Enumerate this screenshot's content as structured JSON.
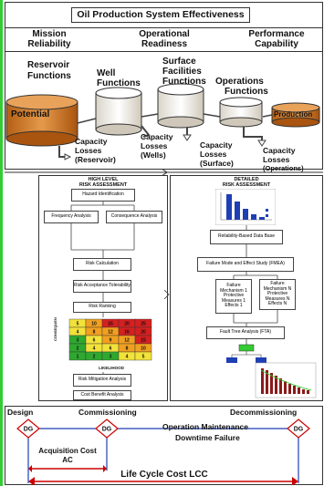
{
  "top": {
    "title": "Oil Production System Effectiveness",
    "categories": [
      {
        "line1": "Mission",
        "line2": "Reliability"
      },
      {
        "line1": "Operational",
        "line2": "Readiness"
      },
      {
        "line1": "Performance",
        "line2": "Capability"
      }
    ],
    "functions": {
      "reservoir": {
        "line1": "Reservoir",
        "line2": "Functions"
      },
      "well": {
        "line1": "Well",
        "line2": "Functions"
      },
      "surface": {
        "line1": "Surface",
        "line2": "Facilities",
        "line3": "Functions"
      },
      "operations": {
        "line1": "Operations",
        "line2": "Functions"
      }
    },
    "potential": "Potential",
    "production": "Production",
    "losses": [
      {
        "line1": "Capacity",
        "line2": "Losses",
        "line3": "(Reservoir)"
      },
      {
        "line1": "Capacity",
        "line2": "Losses",
        "line3": "(Wells)"
      },
      {
        "line1": "Capacity",
        "line2": "Losses",
        "line3": "(Surface)"
      },
      {
        "line1": "Capacity",
        "line2": "Losses",
        "line3": "(Operations)"
      }
    ]
  },
  "middle": {
    "left": {
      "title1": "HIGH LEVEL",
      "title2": "RISK ASSESSMENT",
      "hazard": "Hazard Identification",
      "frequency": "Frequency Analysis",
      "consequence": "Consequence Analysis",
      "risk_calc": "Risk Calculation",
      "acceptance": "Risk Acceptance Tolerability",
      "ranking": "Risk Ranking",
      "likelihood": "LIKELIHOOD",
      "consequence_axis": "CONSEQUENCE",
      "mitigation": "Risk Mitigation Analysis",
      "cost_benefit": "Cost Benefit Analysis"
    },
    "right": {
      "title1": "DETAILED",
      "title2": "RISK ASSESSMENT",
      "rbd": "Reliability-Based Data Base",
      "fmea": "Failure Mode and Effect Study (FMEA)",
      "mech1": "Failure Mechanism 1 Protective Measures 1 Effects 1",
      "mechN": "Failure Mechanism N Protective Measures N Effects N",
      "fta": "Fault Tree Analysis (FTA)"
    }
  },
  "bottom": {
    "design": "Design",
    "commissioning": "Commissioning",
    "decommissioning": "Decommissioning",
    "dg": "DG",
    "operation_maintenance": "Operation  Maintenance",
    "downtime": "Downtime Failure",
    "acquisition1": "Acquisition Cost",
    "acquisition2": "AC",
    "lcc": "Life Cycle Cost LCC"
  },
  "colors": {
    "accent_red": "#cc0000",
    "accent_blue": "#1f3fb4",
    "green_bar": "#33cc33",
    "tank_brown": "#c9731e"
  },
  "risk_matrix": {
    "rows": [
      [
        "5",
        "10",
        "15",
        "20",
        "25"
      ],
      [
        "4",
        "8",
        "12",
        "16",
        "20"
      ],
      [
        "3",
        "6",
        "9",
        "12",
        "15"
      ],
      [
        "2",
        "4",
        "6",
        "8",
        "10"
      ],
      [
        "1",
        "2",
        "3",
        "4",
        "5"
      ]
    ]
  }
}
